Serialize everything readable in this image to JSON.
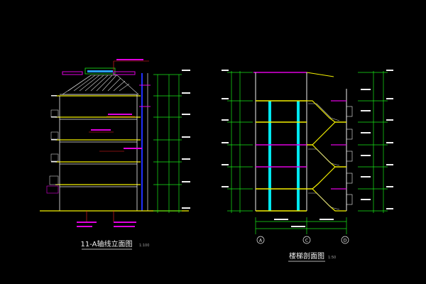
{
  "left_drawing": {
    "title": "11-A轴线立面图",
    "scale_note": "1:100"
  },
  "right_drawing": {
    "title": "楼梯剖面图",
    "scale_note": "1:50"
  },
  "grid_bubbles": [
    "A",
    "C",
    "D"
  ],
  "colors": {
    "background": "#000000",
    "yellow": "#f4f000",
    "cyan": "#00e8f0",
    "green": "#18e818",
    "magenta": "#e000e0",
    "red": "#ff2020",
    "white": "#f0f0f0",
    "blue": "#2030ff"
  }
}
